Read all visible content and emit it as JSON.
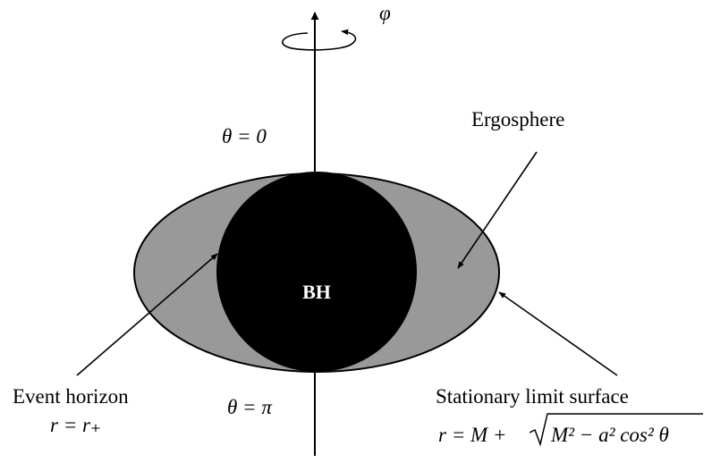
{
  "diagram": {
    "rotation_label": "φ",
    "theta_top": "θ = 0",
    "theta_bottom": "θ = π",
    "black_hole_label": "BH",
    "ergosphere_label": "Ergosphere",
    "event_horizon_label": "Event horizon",
    "event_horizon_formula": "r = r₊",
    "stationary_label": "Stationary limit surface",
    "stationary_formula": {
      "lhs": "r = M + ",
      "radicand": "M² − a² cos² θ"
    },
    "colors": {
      "ergosphere_fill": "#999999",
      "black_hole_fill": "#000000",
      "lines": "#000000"
    }
  }
}
